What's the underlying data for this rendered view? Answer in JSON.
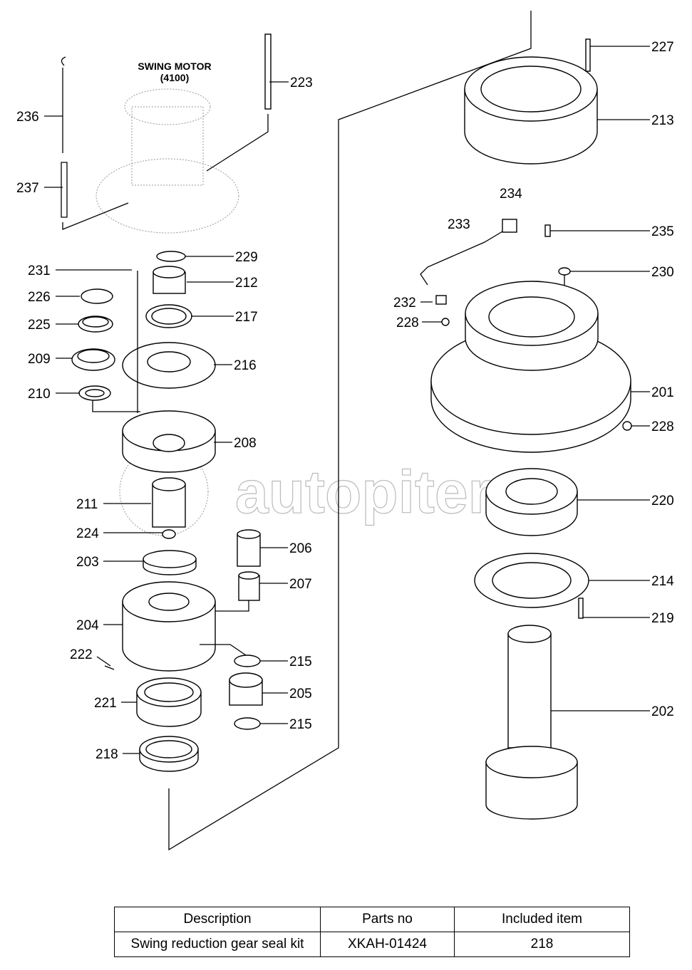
{
  "watermark": "autopiter.ru",
  "swing_motor": {
    "title": "SWING MOTOR",
    "code": "(4100)"
  },
  "callouts": {
    "c236": "236",
    "c237": "237",
    "c223": "223",
    "c229": "229",
    "c231": "231",
    "c212": "212",
    "c226": "226",
    "c217": "217",
    "c225": "225",
    "c216": "216",
    "c209": "209",
    "c210": "210",
    "c208": "208",
    "c211": "211",
    "c224": "224",
    "c206": "206",
    "c203": "203",
    "c207": "207",
    "c204": "204",
    "c222": "222",
    "c215a": "215",
    "c205": "205",
    "c221": "221",
    "c215b": "215",
    "c218": "218",
    "c227": "227",
    "c213": "213",
    "c234": "234",
    "c233": "233",
    "c235": "235",
    "c230": "230",
    "c232": "232",
    "c228a": "228",
    "c201": "201",
    "c228b": "228",
    "c220": "220",
    "c214": "214",
    "c219": "219",
    "c202": "202"
  },
  "kit_table": {
    "headers": [
      "Description",
      "Parts no",
      "Included item"
    ],
    "rows": [
      [
        "Swing reduction gear seal kit",
        "XKAH-01424",
        "218"
      ]
    ]
  }
}
